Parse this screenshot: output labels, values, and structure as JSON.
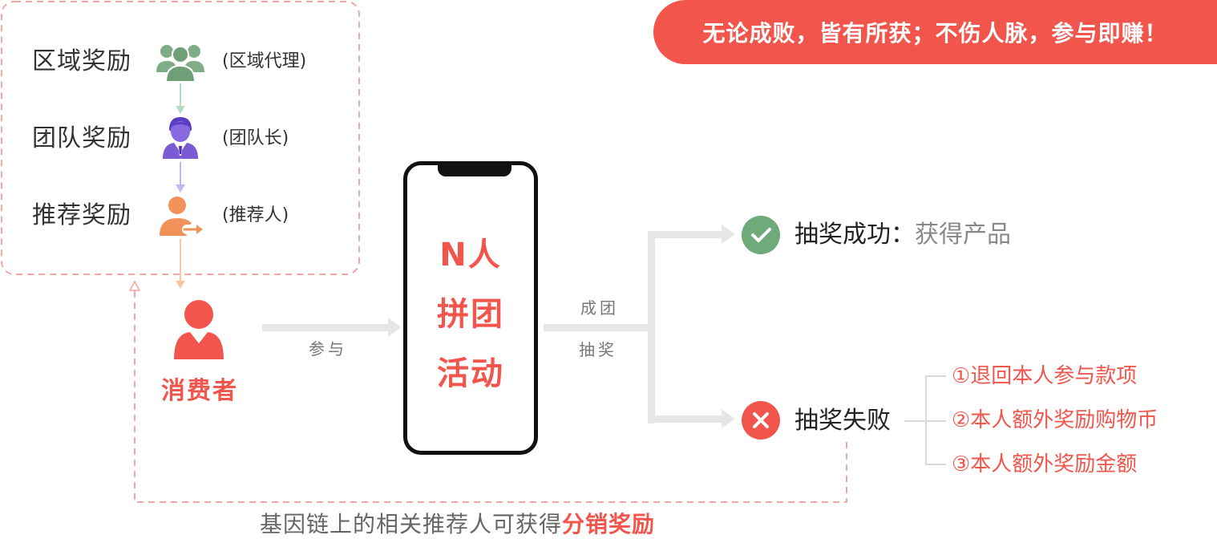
{
  "slogan": "无论成败，皆有所获；不伤人脉，参与即赚！",
  "rewards": [
    {
      "label": "区域奖励",
      "role": "(区域代理)",
      "icon": "group-people-icon",
      "color": "#7fae86"
    },
    {
      "label": "团队奖励",
      "role": "(团队长)",
      "icon": "team-leader-icon",
      "color": "#7b5ad6"
    },
    {
      "label": "推荐奖励",
      "role": "(推荐人)",
      "icon": "referrer-icon",
      "color": "#f0925a"
    }
  ],
  "consumer": {
    "label": "消费者",
    "icon": "consumer-icon"
  },
  "participate_label": "参与",
  "phone": {
    "line1": "N人",
    "line2": "拼团",
    "line3": "活动"
  },
  "group_label": "成团",
  "draw_label": "抽奖",
  "success": {
    "title": "抽奖成功：",
    "desc": "获得产品",
    "icon": "check-icon"
  },
  "fail": {
    "title": "抽奖失败",
    "icon": "cross-icon",
    "items": [
      "①退回本人参与款项",
      "②本人额外奖励购物币",
      "③本人额外奖励金额"
    ]
  },
  "footer": {
    "text": "基因链上的相关推荐人可获得",
    "highlight": "分销奖励"
  },
  "colors": {
    "accent": "#f2554b",
    "green": "#6faa7a",
    "dashed": "#f3a7a0",
    "connector": "#e6e6e6"
  }
}
